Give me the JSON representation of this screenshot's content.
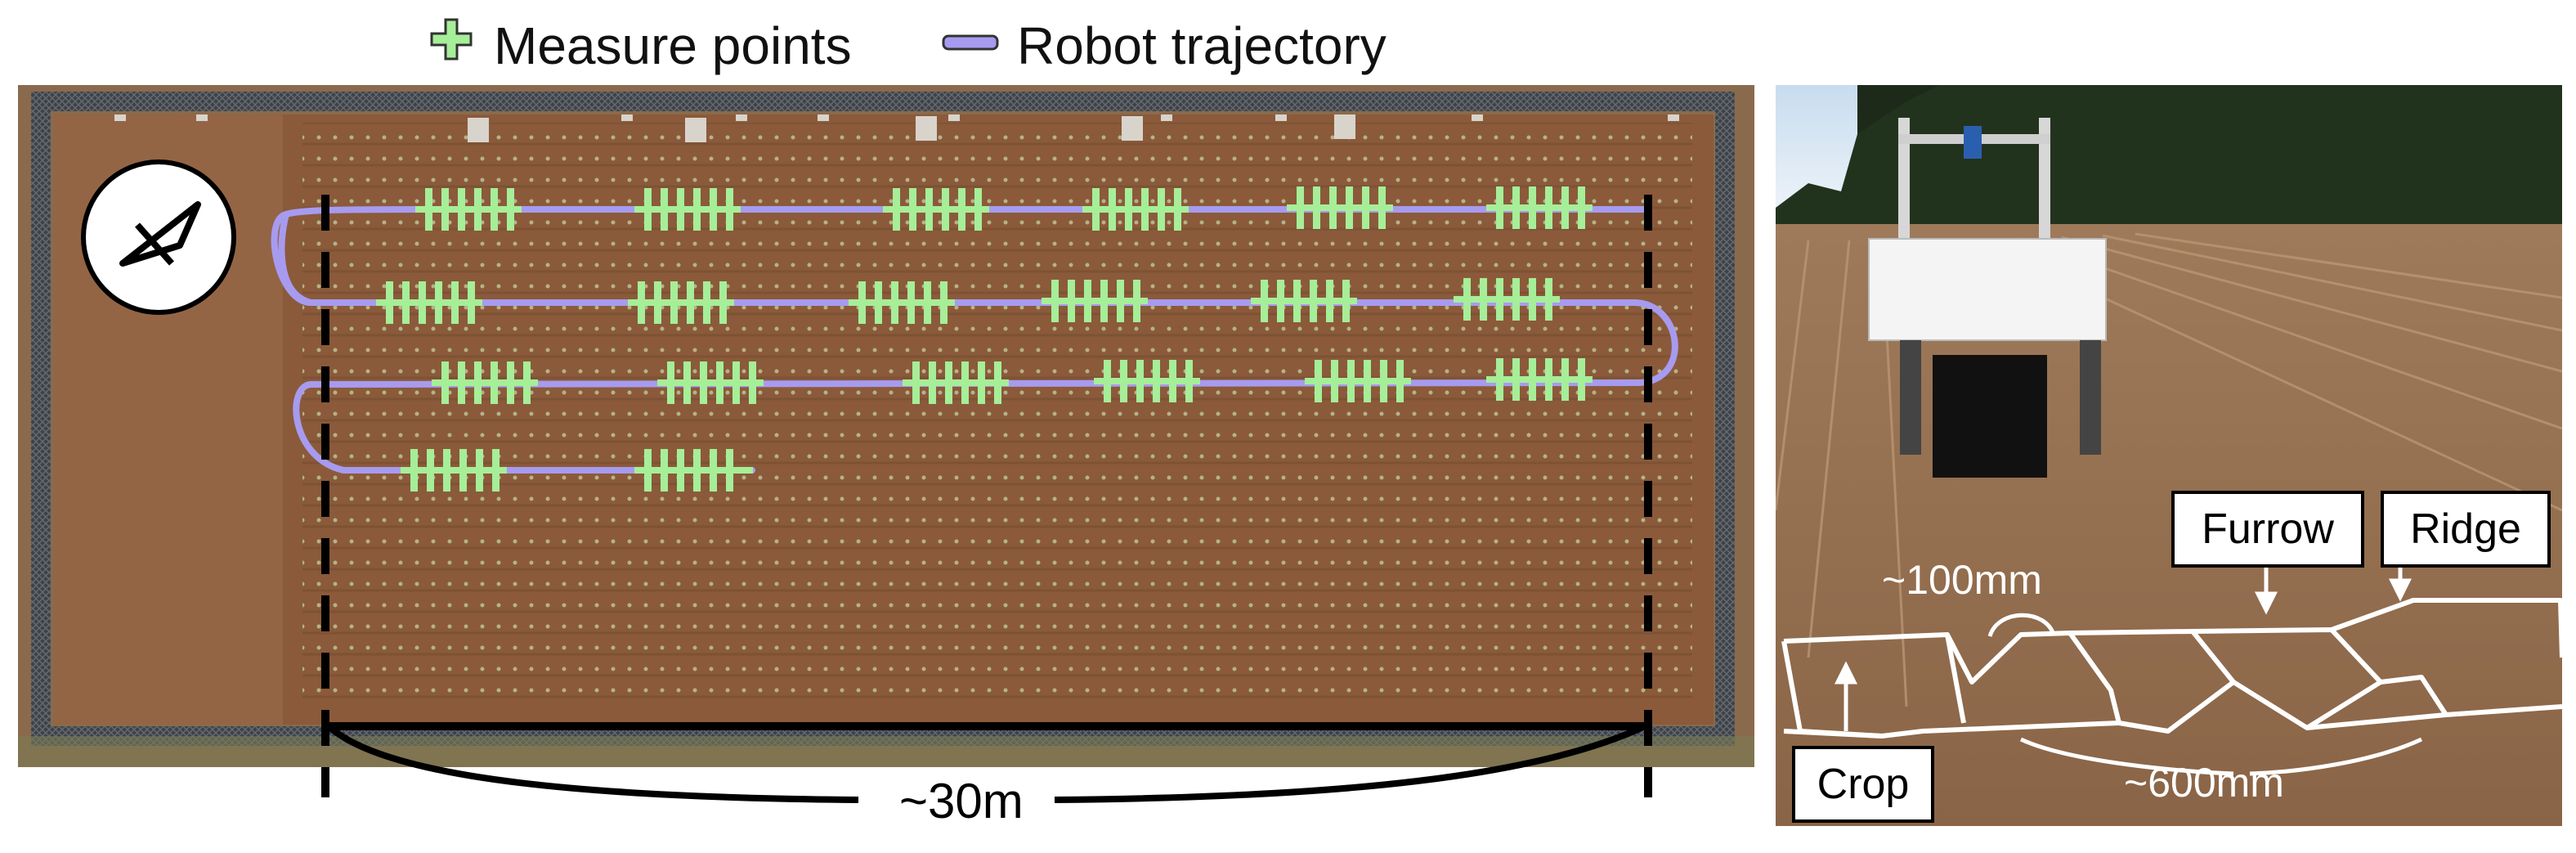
{
  "legend": {
    "measure_points_label": "Measure points",
    "robot_trajectory_label": "Robot trajectory",
    "measure_color": "#a6ee98",
    "trajectory_color": "#a79bf0"
  },
  "left_panel": {
    "scale_label": "~30m",
    "north_icon": "north-arrow-icon"
  },
  "right_panel": {
    "furrow_label": "Furrow",
    "ridge_label": "Ridge",
    "crop_label": "Crop",
    "gap_label": "~100mm",
    "width_label": "~600mm"
  }
}
